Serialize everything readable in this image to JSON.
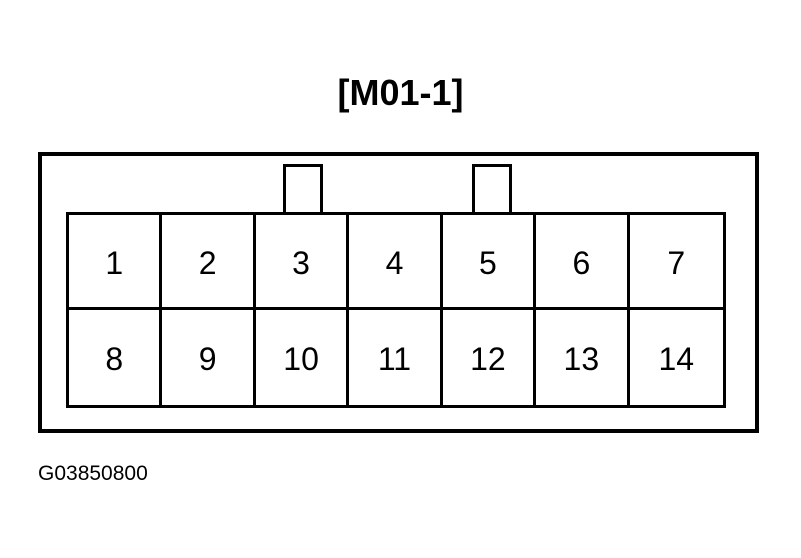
{
  "connector": {
    "title": "[M01-1]",
    "pins_row_top": [
      "1",
      "2",
      "3",
      "4",
      "5",
      "6",
      "7"
    ],
    "pins_row_bottom": [
      "8",
      "9",
      "10",
      "11",
      "12",
      "13",
      "14"
    ]
  },
  "figure_id": "G03850800"
}
